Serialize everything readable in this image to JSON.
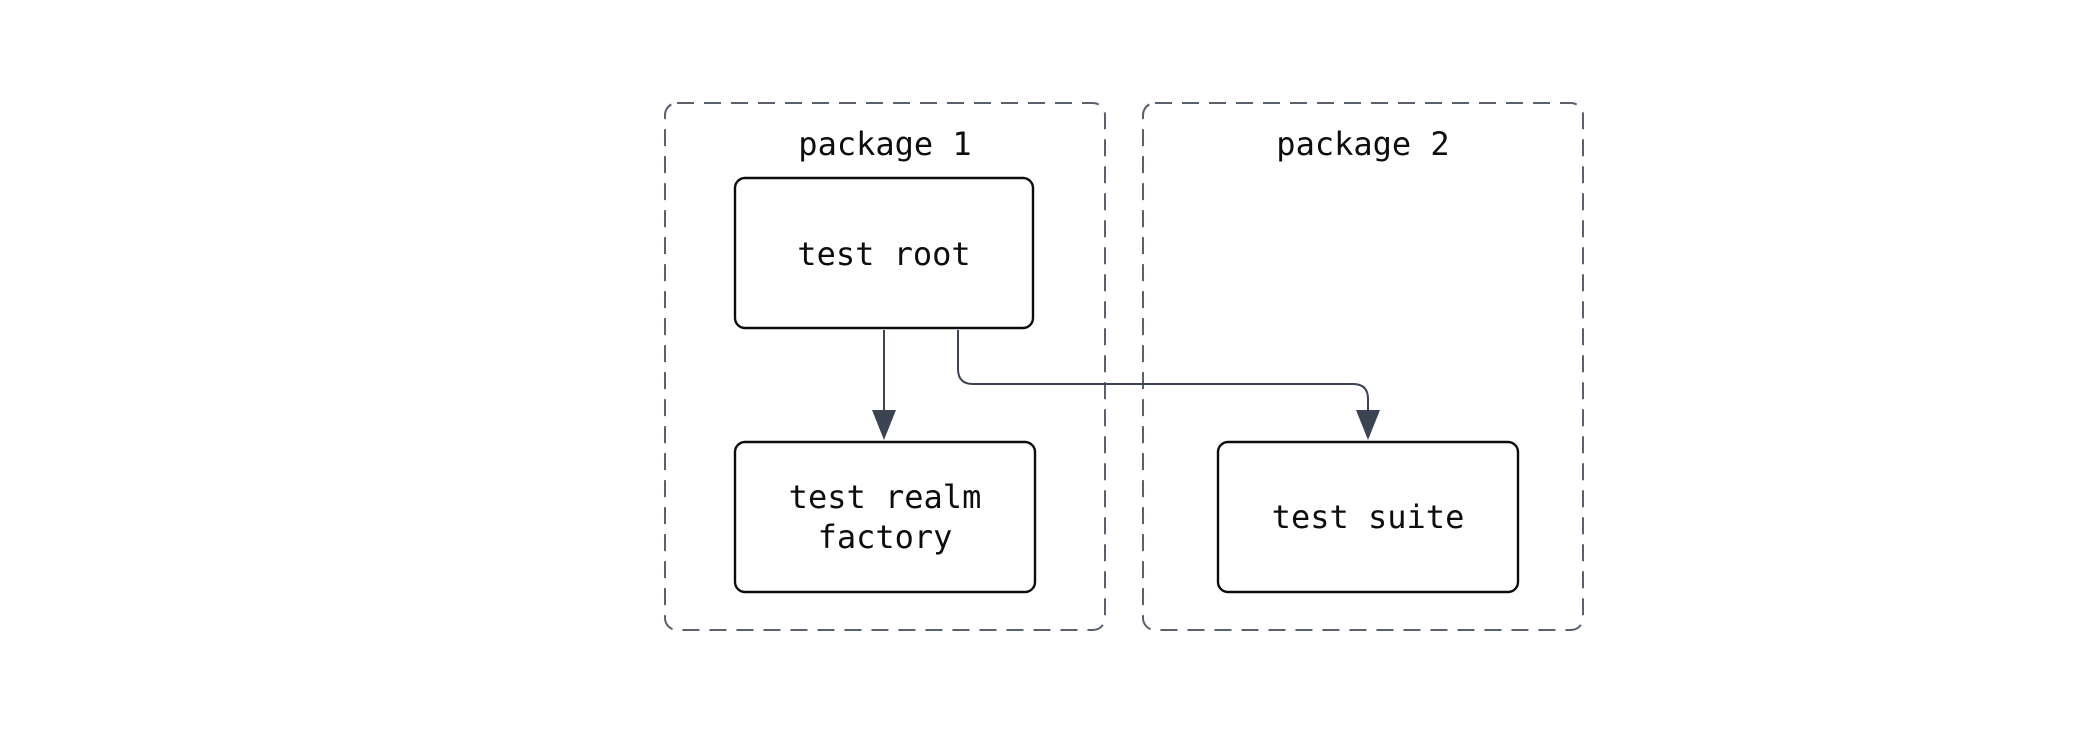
{
  "diagram": {
    "type": "flowchart",
    "background": "#ffffff",
    "packages": [
      {
        "label": "package 1"
      },
      {
        "label": "package 2"
      }
    ],
    "nodes": {
      "test_root": {
        "label": "test root",
        "package": "package 1"
      },
      "test_realm_factory": {
        "label": "test realm factory",
        "lines": [
          "test realm",
          "factory"
        ],
        "package": "package 1"
      },
      "test_suite": {
        "label": "test suite",
        "package": "package 2"
      }
    },
    "edges": [
      {
        "from": "test root",
        "to": "test realm factory",
        "style": "arrow"
      },
      {
        "from": "test root",
        "to": "test suite",
        "style": "arrow"
      }
    ],
    "colors": {
      "node_border": "#0d0d0d",
      "node_fill": "#ffffff",
      "cluster_border": "#59616e",
      "edge": "#3b4453",
      "text": "#0d0d0d",
      "background": "#ffffff"
    }
  }
}
